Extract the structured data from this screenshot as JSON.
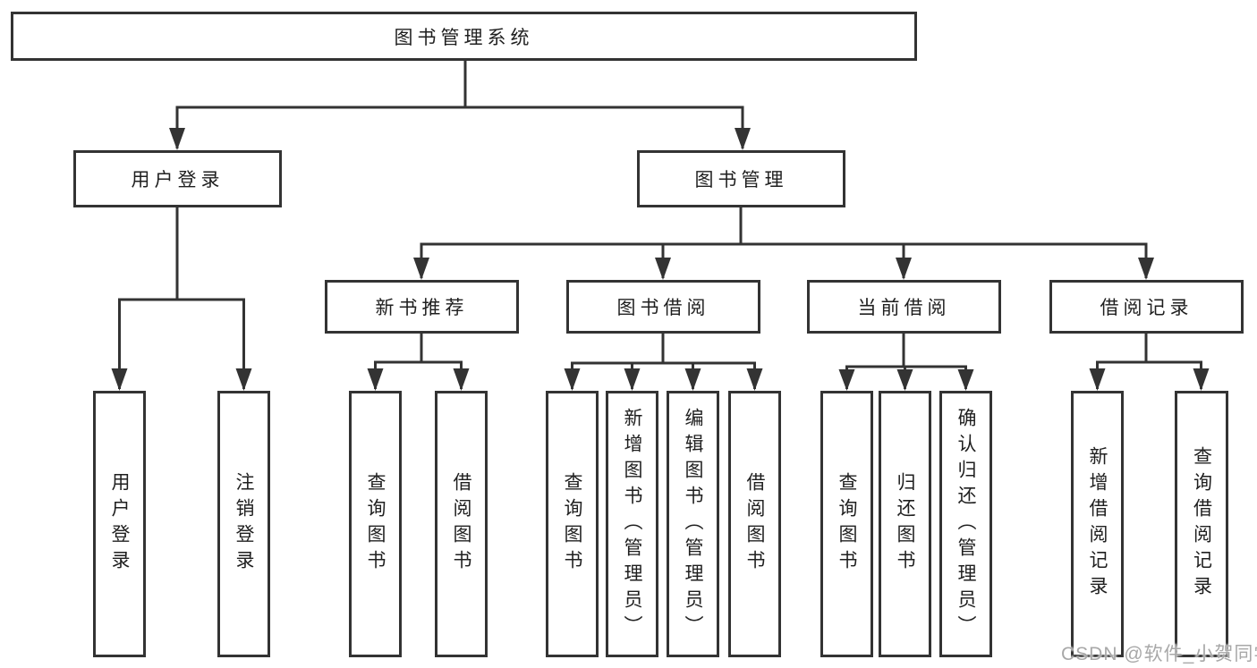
{
  "title": "图书管理系统",
  "tree": {
    "root": {
      "label": "图书管理系统",
      "children": [
        {
          "label": "用户登录",
          "children": [
            {
              "label": "用户登录"
            },
            {
              "label": "注销登录"
            }
          ]
        },
        {
          "label": "图书管理",
          "children": [
            {
              "label": "新书推荐",
              "children": [
                {
                  "label": "查询图书"
                },
                {
                  "label": "借阅图书"
                }
              ]
            },
            {
              "label": "图书借阅",
              "children": [
                {
                  "label": "查询图书"
                },
                {
                  "label": "新增图书（管理员）"
                },
                {
                  "label": "编辑图书（管理员）"
                },
                {
                  "label": "借阅图书"
                }
              ]
            },
            {
              "label": "当前借阅",
              "children": [
                {
                  "label": "查询图书"
                },
                {
                  "label": "归还图书"
                },
                {
                  "label": "确认归还（管理员）"
                }
              ]
            },
            {
              "label": "借阅记录",
              "children": [
                {
                  "label": "新增借阅记录"
                },
                {
                  "label": "查询借阅记录"
                }
              ]
            }
          ]
        }
      ]
    }
  },
  "watermark": "CSDN @软件_小贺同学",
  "colors": {
    "line": "#333333",
    "text": "#1f1f1f",
    "background": "#ffffff",
    "watermark": "#a8a8a8"
  }
}
